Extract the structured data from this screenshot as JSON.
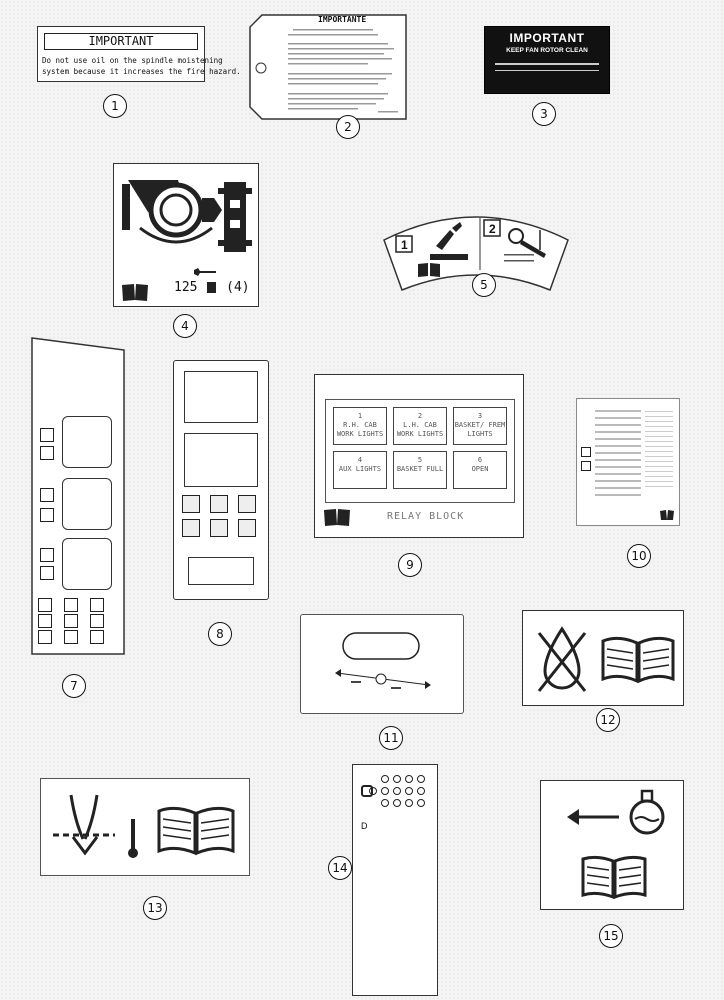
{
  "decal1": {
    "heading": "IMPORTANT",
    "line1": "Do not use oil on the spindle moistening",
    "line2": "system because it increases the fire hazard.",
    "callout": "1"
  },
  "decal2": {
    "heading": "IMPORTANTE",
    "callout": "2"
  },
  "decal3": {
    "heading": "IMPORTANT",
    "subheading": "KEEP FAN ROTOR CLEAN",
    "callout": "3"
  },
  "decal4": {
    "torque": "125",
    "torque_unit": "(4)",
    "callout": "4"
  },
  "decal5": {
    "step1": "1",
    "step2": "2",
    "callout": "5"
  },
  "decal7": {
    "callout": "7"
  },
  "decal8": {
    "callout": "8"
  },
  "decal9": {
    "cells": [
      {
        "num": "1",
        "label": "R.H. CAB WORK LIGHTS"
      },
      {
        "num": "2",
        "label": "L.H. CAB WORK LIGHTS"
      },
      {
        "num": "3",
        "label": "BASKET/ FREM LIGHTS"
      },
      {
        "num": "4",
        "label": "AUX LIGHTS"
      },
      {
        "num": "5",
        "label": "BASKET FULL"
      },
      {
        "num": "6",
        "label": "OPEN"
      }
    ],
    "footer": "RELAY BLOCK",
    "callout": "9"
  },
  "decal10": {
    "callout": "10"
  },
  "decal11": {
    "callout": "11"
  },
  "decal12": {
    "callout": "12"
  },
  "decal13": {
    "callout": "13"
  },
  "decal14": {
    "callout": "14"
  },
  "decal15": {
    "callout": "15"
  }
}
